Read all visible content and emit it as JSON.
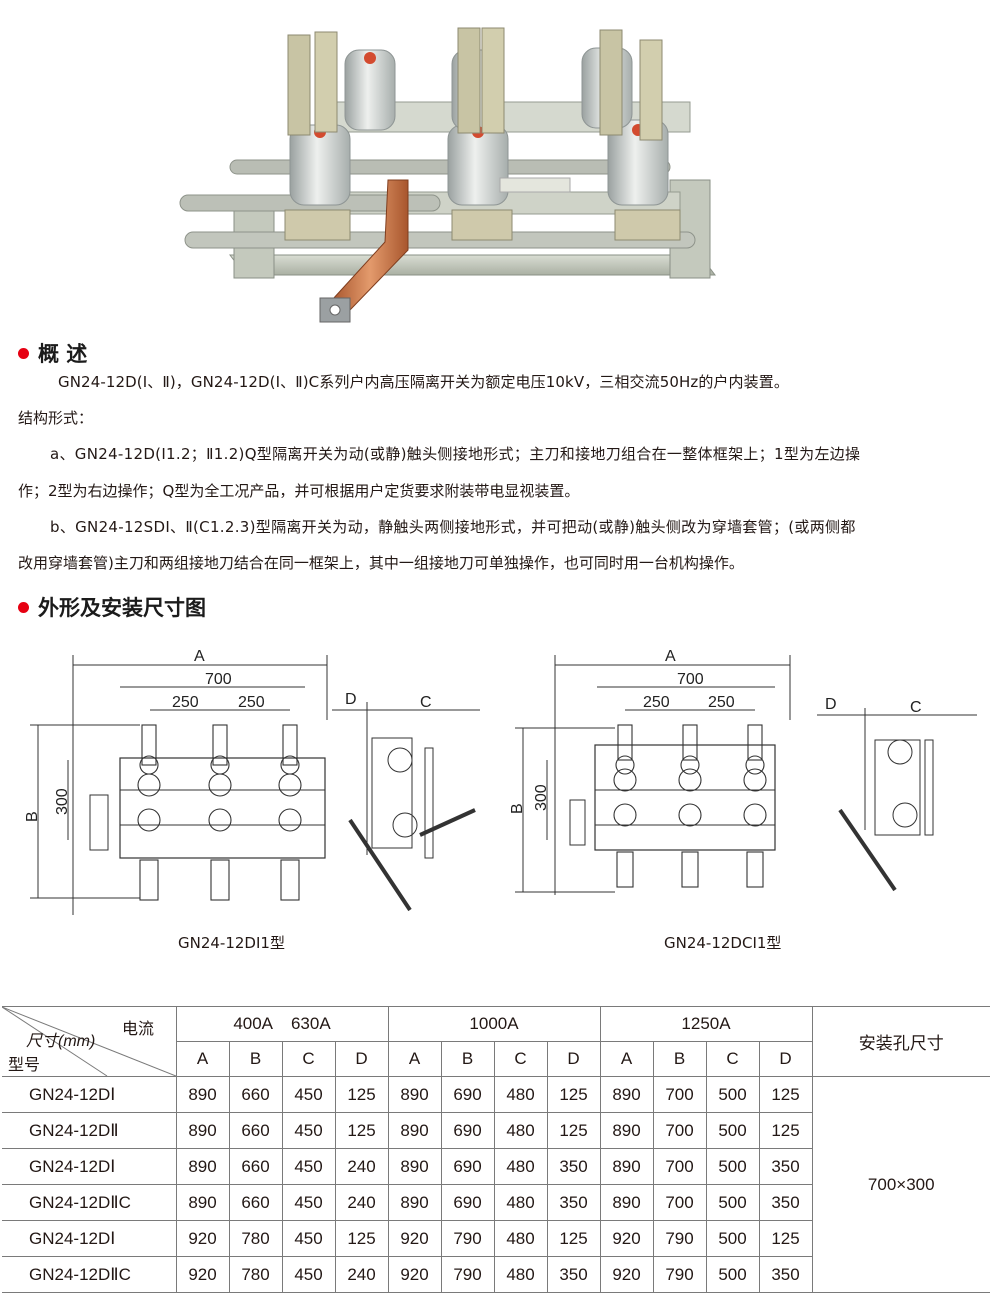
{
  "overview": {
    "heading": "概  述",
    "intro": "GN24-12D(Ⅰ、Ⅱ)，GN24-12D(Ⅰ、Ⅱ)C系列户内高压隔离开关为额定电压10kV，三相交流50Hz的户内装置。",
    "structure_label": "结构形式：",
    "item_a_line1": "a、GN24-12D(Ⅰ1.2；Ⅱ1.2)Q型隔离开关为动(或静)触头侧接地形式；主刀和接地刀组合在一整体框架上；1型为左边操",
    "item_a_line2": "作；2型为右边操作；Q型为全工况产品，并可根据用户定货要求附装带电显视装置。",
    "item_b_line1": "b、GN24-12SDⅠ、Ⅱ(C1.2.3)型隔离开关为动，静触头两侧接地形式，并可把动(或静)触头侧改为穿墙套管；(或两侧都",
    "item_b_line2": "改用穿墙套管)主刀和两组接地刀结合在同一框架上，其中一组接地刀可单独操作，也可同时用一台机构操作。"
  },
  "dimensions": {
    "heading": "外形及安装尺寸图",
    "drawings": [
      {
        "caption": "GN24-12DⅠ1型",
        "labels": {
          "A": "A",
          "overall": "700",
          "pitch1": "250",
          "pitch2": "250",
          "B": "B",
          "height": "300",
          "C": "C",
          "D": "D"
        }
      },
      {
        "caption": "GN24-12DCⅠ1型",
        "labels": {
          "A": "A",
          "overall": "700",
          "pitch1": "250",
          "pitch2": "250",
          "B": "B",
          "height": "300",
          "C": "C",
          "D": "D"
        }
      }
    ]
  },
  "table": {
    "corner": {
      "dim": "尺寸(mm)",
      "current": "电流",
      "model": "型号"
    },
    "current_groups": [
      "400A    630A",
      "1000A",
      "1250A"
    ],
    "sub_headers": [
      "A",
      "B",
      "C",
      "D"
    ],
    "mount_header": "安装孔尺寸",
    "mount_value": "700×300",
    "rows": [
      {
        "model": "GN24-12DⅠ",
        "values": [
          "890",
          "660",
          "450",
          "125",
          "890",
          "690",
          "480",
          "125",
          "890",
          "700",
          "500",
          "125"
        ]
      },
      {
        "model": "GN24-12DⅡ",
        "values": [
          "890",
          "660",
          "450",
          "125",
          "890",
          "690",
          "480",
          "125",
          "890",
          "700",
          "500",
          "125"
        ]
      },
      {
        "model": "GN24-12DⅠ",
        "values": [
          "890",
          "660",
          "450",
          "240",
          "890",
          "690",
          "480",
          "350",
          "890",
          "700",
          "500",
          "350"
        ]
      },
      {
        "model": "GN24-12DⅡC",
        "values": [
          "890",
          "660",
          "450",
          "240",
          "890",
          "690",
          "480",
          "350",
          "890",
          "700",
          "500",
          "350"
        ]
      },
      {
        "model": "GN24-12DⅠ",
        "values": [
          "920",
          "780",
          "450",
          "125",
          "920",
          "790",
          "480",
          "125",
          "920",
          "790",
          "500",
          "125"
        ]
      },
      {
        "model": "GN24-12DⅡC",
        "values": [
          "920",
          "780",
          "450",
          "240",
          "920",
          "790",
          "480",
          "350",
          "920",
          "790",
          "500",
          "350"
        ]
      }
    ]
  },
  "colors": {
    "accent_dot": "#e60012",
    "text": "#231815",
    "line": "#444444"
  }
}
